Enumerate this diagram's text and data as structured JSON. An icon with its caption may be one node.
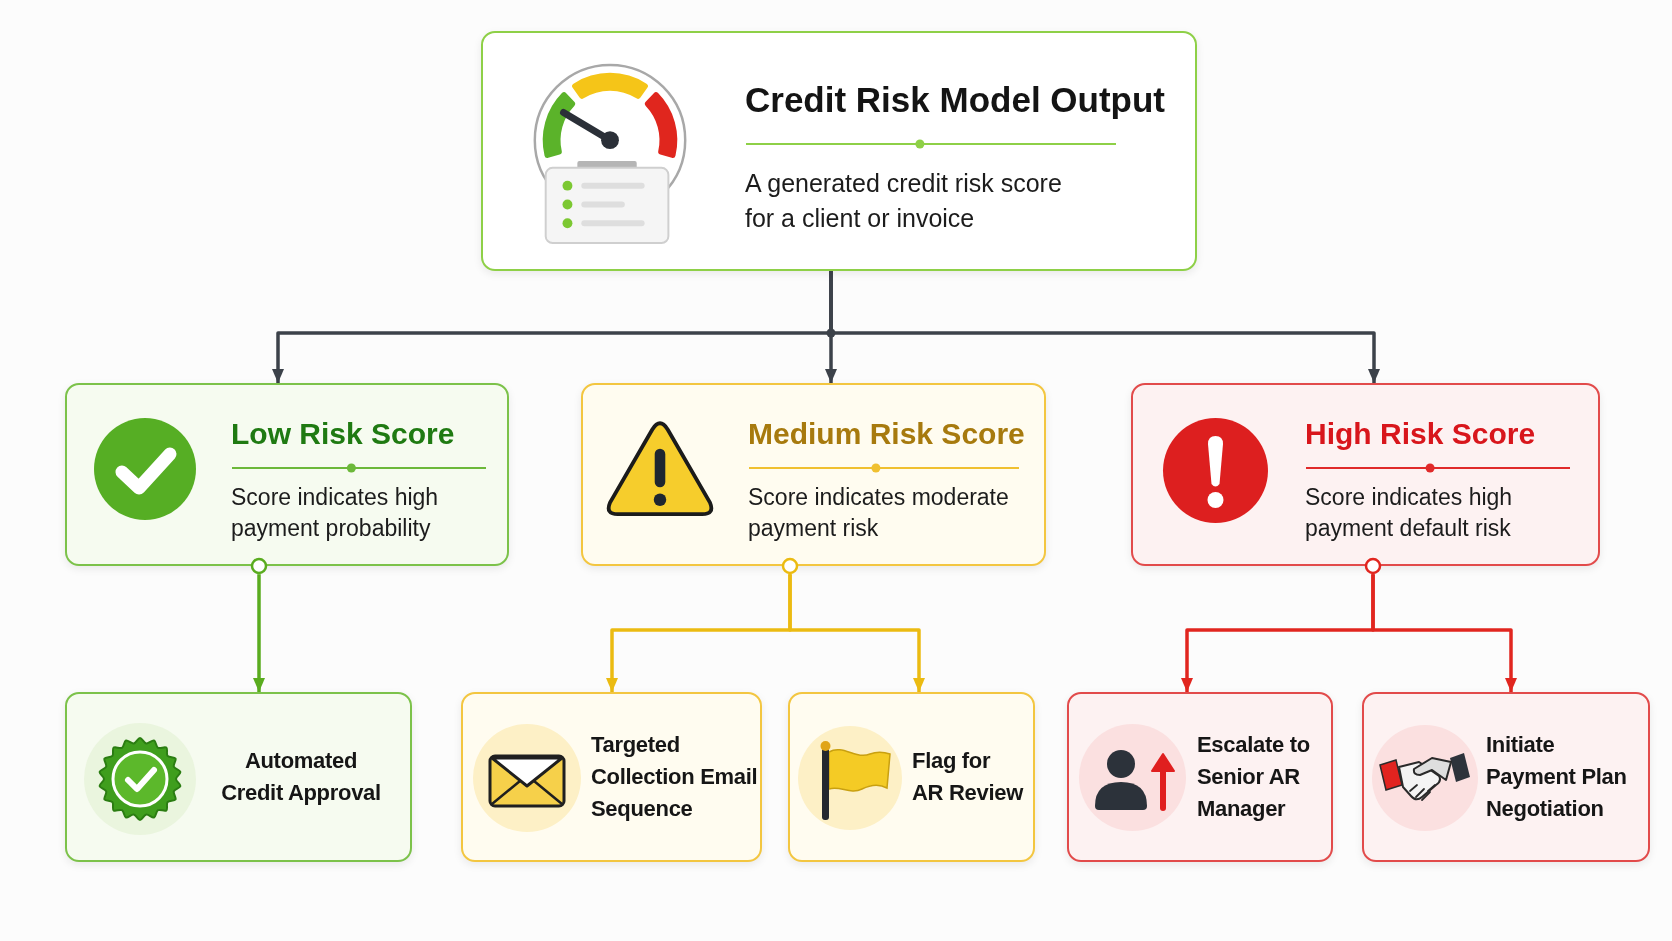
{
  "diagram": {
    "nodes": [
      {
        "text": [
          "Credit Risk Model Output",
          "A generated credit risk score for a client or invoice"
        ]
      },
      {
        "text": [
          "Low Risk Score",
          "Score indicates high payment probability"
        ]
      },
      {
        "text": [
          "Medium Risk Score",
          "Score indicates moderate payment risk"
        ]
      },
      {
        "text": [
          "High Risk Score",
          "Score indicates high payment default risk"
        ]
      },
      {
        "text": [
          "Automated Credit Approval"
        ]
      },
      {
        "text": [
          "Targeted Collection Email Sequence"
        ]
      },
      {
        "text": [
          "Flag for AR Review"
        ]
      },
      {
        "text": [
          "Escalate to Senior AR Manager"
        ]
      },
      {
        "text": [
          "Initiate Payment Plan Negotiation"
        ]
      }
    ],
    "edges": [
      {
        "from": 0,
        "to": 1,
        "arrow": "to"
      },
      {
        "from": 0,
        "to": 2,
        "arrow": "to"
      },
      {
        "from": 0,
        "to": 3,
        "arrow": "to"
      },
      {
        "from": 1,
        "to": 4,
        "arrow": "to",
        "color": "#5aac1f"
      },
      {
        "from": 2,
        "to": 5,
        "arrow": "to",
        "color": "#ebbb12"
      },
      {
        "from": 2,
        "to": 6,
        "arrow": "to",
        "color": "#ebbb12"
      },
      {
        "from": 3,
        "to": 7,
        "arrow": "to",
        "color": "#e1261f"
      },
      {
        "from": 3,
        "to": 8,
        "arrow": "to",
        "color": "#e1261f"
      }
    ]
  }
}
